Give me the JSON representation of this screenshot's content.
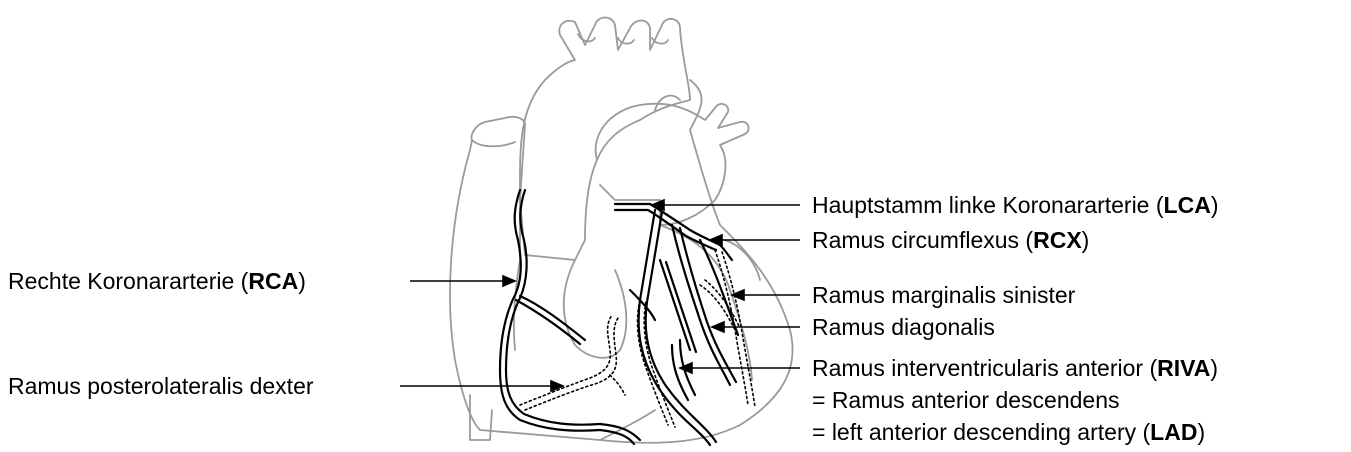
{
  "labels": {
    "lca": {
      "text": "Hauptstamm linke Koronararterie (",
      "abbr": "LCA",
      "close": ")"
    },
    "rcx": {
      "text": "Ramus circumflexus (",
      "abbr": "RCX",
      "close": ")"
    },
    "marginalis": {
      "text": "Ramus marginalis sinister"
    },
    "diagonalis": {
      "text": "Ramus diagonalis"
    },
    "riva": {
      "text": "Ramus interventricularis anterior (",
      "abbr": "RIVA",
      "close": ")"
    },
    "riva_alt1": {
      "text": "= Ramus anterior descendens"
    },
    "riva_alt2": {
      "text": "= left anterior descending artery (",
      "abbr": "LAD",
      "close": ")"
    },
    "rca": {
      "text": "Rechte Koronararterie (",
      "abbr": "RCA",
      "close": ")"
    },
    "posterolateral": {
      "text": "Ramus posterolateralis dexter"
    }
  },
  "colors": {
    "outline": "#999999",
    "vessel": "#000000",
    "text": "#000000"
  }
}
